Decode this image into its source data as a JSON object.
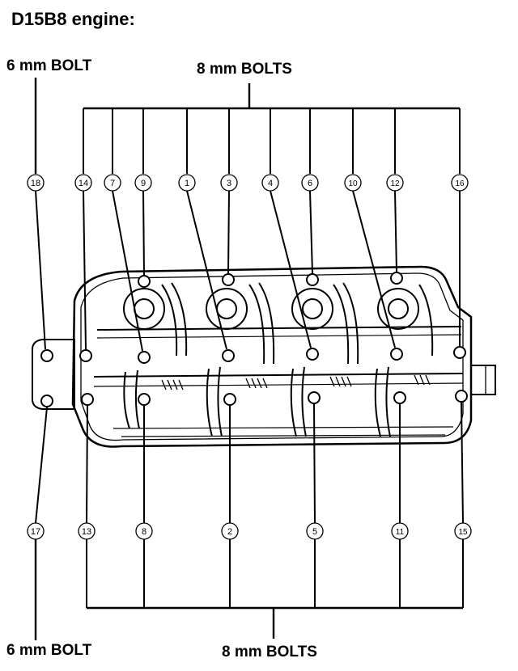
{
  "title": "D15B8 engine:",
  "labels": {
    "top_left": "6 mm BOLT",
    "top_center": "8 mm BOLTS",
    "bottom_left": "6 mm BOLT",
    "bottom_center": "8 mm BOLTS"
  },
  "callouts_top": [
    "18",
    "14",
    "7",
    "9",
    "1",
    "3",
    "4",
    "6",
    "10",
    "12",
    "16"
  ],
  "callouts_bottom": [
    "17",
    "13",
    "8",
    "2",
    "5",
    "11",
    "15"
  ]
}
